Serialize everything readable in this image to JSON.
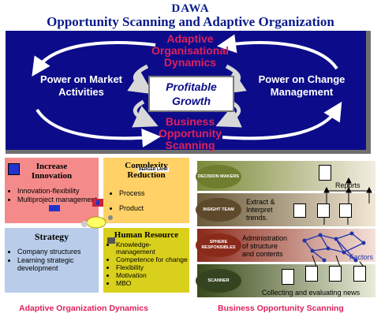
{
  "header": {
    "line1": "DAWA",
    "line2": "Opportunity Scanning and Adaptive Organization"
  },
  "top_panel": {
    "top_label": [
      "Adaptive",
      "Organisational",
      "Dynamics"
    ],
    "left_label": [
      "Power on Market",
      "Activities"
    ],
    "right_label": [
      "Power on Change",
      "Management"
    ],
    "center_label": [
      "Profitable",
      "Growth"
    ],
    "bottom_label": [
      "Business",
      "Opportunity",
      "Scanning"
    ]
  },
  "boxes": {
    "innovation": {
      "title": [
        "Increase",
        "Innovation"
      ],
      "items": [
        "Innovation-flexibility",
        "Multiproject management"
      ],
      "color": "#f48a8a"
    },
    "complexity": {
      "title": [
        "Complexity",
        "Reduction"
      ],
      "tag": "BERGER LAHR",
      "items": [
        "Process",
        "Product"
      ],
      "color": "#ffd166"
    },
    "strategy": {
      "title": [
        "Strategy"
      ],
      "items": [
        "Company structures",
        "Learning strategic development"
      ],
      "color": "#b9cdea"
    },
    "hr": {
      "title": [
        "Human Resource"
      ],
      "items": [
        "Knowledge-management",
        "Competence for change",
        "Flexibility",
        "Motivation",
        "MBO"
      ],
      "color": "#d9d01c"
    }
  },
  "scanning": {
    "ovals": [
      "DECISION MAKERS",
      "INSIGHT TEAM",
      "SPHERE RESPONSIBLES",
      "SCANNER"
    ],
    "texts": {
      "reports": "Reports",
      "extract": [
        "Extract &",
        "Interpret",
        "trends."
      ],
      "admin": [
        "Administration",
        "of structure",
        "and contents"
      ],
      "factors": "Factors",
      "collect": "Collecting and evaluating news"
    }
  },
  "footer": {
    "left": "Adaptive Organization Dynamics",
    "right": "Business Opportunity Scanning"
  },
  "colors": {
    "navy": "#0c0c8a",
    "accent_red": "#e0205a"
  }
}
